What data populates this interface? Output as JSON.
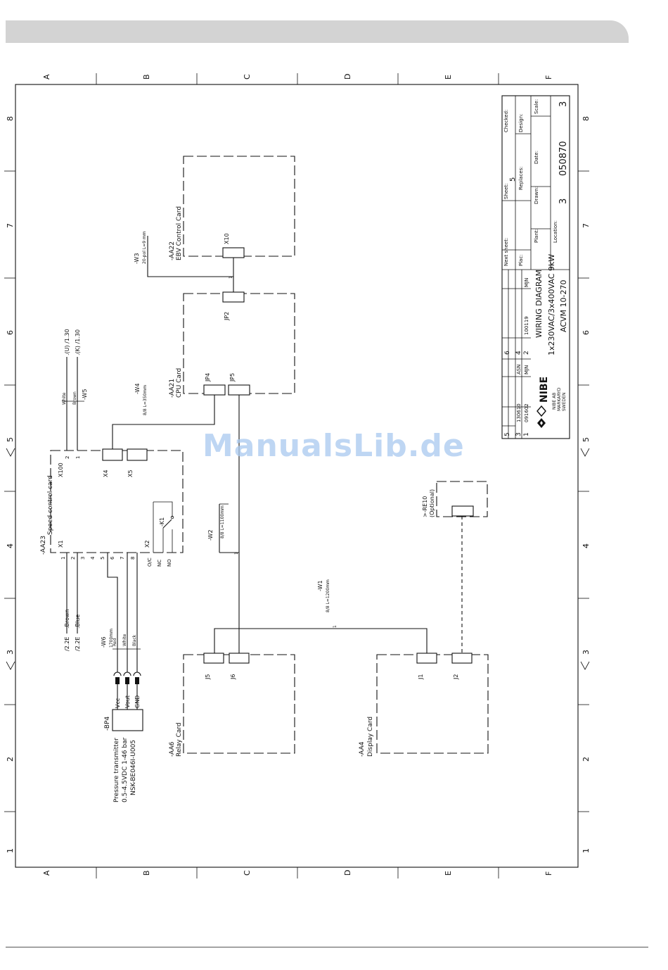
{
  "columns": [
    "A",
    "B",
    "C",
    "D",
    "E",
    "F"
  ],
  "rows": [
    "8",
    "7",
    "6",
    "5",
    "4",
    "3",
    "2",
    "1"
  ],
  "title_block": {
    "checked_label": "Checked:",
    "design_label": "Design:",
    "scale_label": "Scale:",
    "sheet_label": "Sheet:",
    "sheet_value": "5",
    "replaces_label": "Replaces:",
    "date_label": "Date:",
    "next_sheet_label": "Next sheet:",
    "plac_label": "Plac:",
    "drawn_label": "Drawn:",
    "plant_label": "Plant:",
    "location_label": "Location:",
    "title_line1": "WIRING DIAGRAM",
    "title_line2": "1x230VAC/3x400VAC 9kW",
    "title_line3": "ACVM 10-270",
    "doc_number": "050870",
    "page_number": "3",
    "location_value": "3",
    "rev_rows": [
      {
        "rev": "5",
        "date": "",
        "sign": "",
        "idx": "6",
        "date2": "",
        "sign2": ""
      },
      {
        "rev": "3",
        "date": "130610",
        "sign": "ASN",
        "idx": "4",
        "date2": "",
        "sign2": ""
      },
      {
        "rev": "1",
        "date": "091602",
        "sign": "MJN",
        "idx": "2",
        "date2": "100119",
        "sign2": "MJN"
      }
    ],
    "company_logo": "NIBE",
    "company_name": "NIBE AB",
    "company_city": "MARKARYD",
    "company_country": "SWEDEN"
  },
  "components": {
    "aa22_ref": "-AA22",
    "aa22_name": "EBV Control Card",
    "x10": "X10",
    "w3_ref": "-W3",
    "w3_spec": "20-pol L=9 mm",
    "aa21_ref": "-AA21",
    "aa21_name": "CPU Card",
    "jp2": "JP2",
    "jp4": "JP4",
    "jp5": "JP5",
    "w4_ref": "-W4",
    "w4_spec": "8/8 L=350mm",
    "w5_ref": "-W5",
    "w5_white": "White",
    "w5_brown": "Brown",
    "w5_ref1": ".(U) /1.30",
    "w5_ref2": ".(K) /1.30",
    "aa23_ref": "-AA23",
    "aa23_name": "Speed control card",
    "x100": "X100",
    "x100_p2": "2",
    "x100_p1": "1",
    "x4": "X4",
    "x5": "X5",
    "x1": "X1",
    "x2": "X2",
    "k1": "-K1",
    "x1_pins": [
      "1",
      "2",
      "3",
      "4",
      "5",
      "6",
      "7",
      "8"
    ],
    "x2_pins": [
      "O/C",
      "NC",
      "NO"
    ],
    "w2_ref": "-W2",
    "w2_spec": "8/8 L=1100mm",
    "w1_ref": "-W1",
    "w1_spec": "8/8 L=1200mm",
    "brown_ref": ".Brown",
    "blue_ref": ".Blue",
    "ref_22e_1": "/2.2E",
    "ref_22e_2": "/2.2E",
    "w6_ref": "-W6",
    "w6_spec": "1700mm",
    "w6_red": "Red",
    "w6_white": "White",
    "w6_black": "Black",
    "bp4_ref": "-BP4",
    "bp4_vcc": "Vcc",
    "bp4_vout": "Vout",
    "bp4_gnd": "GND",
    "pt_line1": "Pressure transmitter",
    "pt_line2": "0.5-4.5VDC 1-46 bar",
    "pt_line3": "NSK-BE046I-U005",
    "re10_ref": ">-RE10",
    "re10_note": "(Optional)",
    "aa6_ref": "-AA6",
    "aa6_name": "Relay Card",
    "j5": "J5",
    "j6": "J6",
    "aa4_ref": "-AA4",
    "aa4_name": "Display Card",
    "j1": "J1",
    "j2": "J2",
    "wire_mark": "1"
  },
  "watermark": "ManualsLib.de"
}
